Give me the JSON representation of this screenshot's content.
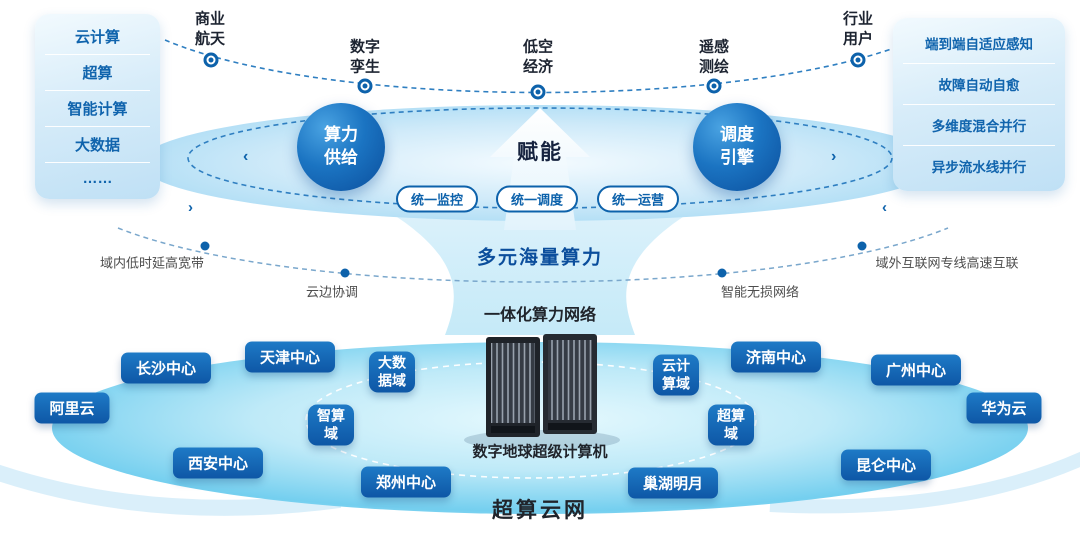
{
  "colors": {
    "primary_blue": "#0d62ab",
    "dark_text": "#20242b",
    "band_blue": "#bfe4f7",
    "pool_blue": "#74cfef"
  },
  "left_panel": {
    "items": [
      "云计算",
      "超算",
      "智能计算",
      "大数据",
      "……"
    ]
  },
  "right_panel": {
    "items": [
      "端到端自适应感知",
      "故障自动自愈",
      "多维度混合并行",
      "异步流水线并行"
    ]
  },
  "top_arc": {
    "nodes": [
      {
        "label": "商业\n航天"
      },
      {
        "label": "数字\n孪生"
      },
      {
        "label": "低空\n经济"
      },
      {
        "label": "遥感\n测绘"
      },
      {
        "label": "行业\n用户"
      }
    ]
  },
  "band": {
    "left_circle": "算力\n供给",
    "right_circle": "调度\n引擎",
    "empower": "赋能",
    "pills": [
      "统一监控",
      "统一调度",
      "统一运营"
    ]
  },
  "middle": {
    "title": "多元海量算力",
    "labels": [
      "域内低时延高宽带",
      "云边协调",
      "智能无损网络",
      "域外互联网专线高速互联"
    ],
    "network_title": "一体化算力网络",
    "supercomputer": "数字地球超级计算机"
  },
  "pool": {
    "nodes": [
      {
        "label": "阿里云"
      },
      {
        "label": "长沙中心"
      },
      {
        "label": "天津中心"
      },
      {
        "label": "大数\n据域"
      },
      {
        "label": "智算\n域"
      },
      {
        "label": "西安中心"
      },
      {
        "label": "郑州中心"
      },
      {
        "label": "云计\n算域"
      },
      {
        "label": "超算\n域"
      },
      {
        "label": "济南中心"
      },
      {
        "label": "广州中心"
      },
      {
        "label": "华为云"
      },
      {
        "label": "昆仑中心"
      },
      {
        "label": "巢湖明月"
      }
    ],
    "title": "超算云网"
  }
}
